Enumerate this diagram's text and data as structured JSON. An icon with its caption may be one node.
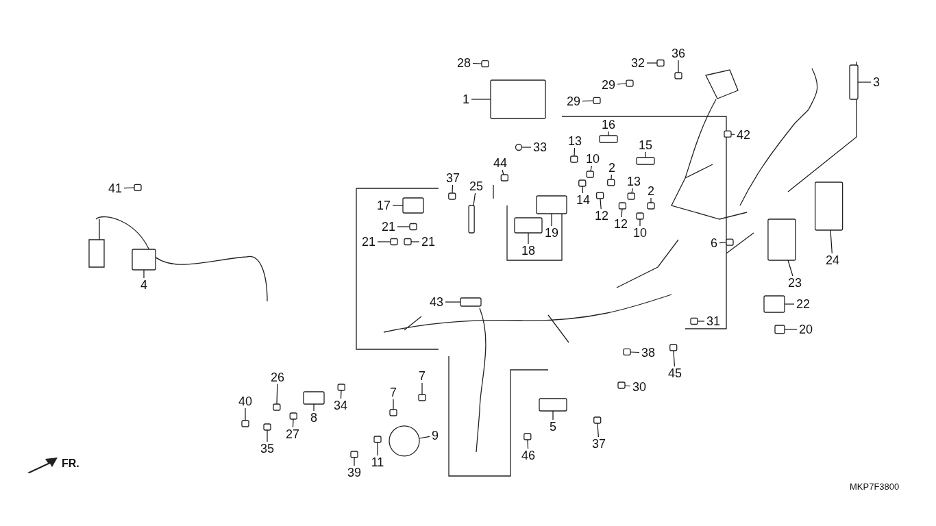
{
  "diagram": {
    "nodes": [
      {
        "text": [
          "28"
        ]
      },
      {
        "text": [
          "1"
        ]
      },
      {
        "text": [
          "36"
        ]
      },
      {
        "text": [
          "32"
        ]
      },
      {
        "text": [
          "3"
        ]
      },
      {
        "text": [
          "29"
        ]
      },
      {
        "text": [
          "29"
        ]
      },
      {
        "text": [
          "16"
        ]
      },
      {
        "text": [
          "42"
        ]
      },
      {
        "text": [
          "13"
        ]
      },
      {
        "text": [
          "15"
        ]
      },
      {
        "text": [
          "33"
        ]
      },
      {
        "text": [
          "10"
        ]
      },
      {
        "text": [
          "44"
        ]
      },
      {
        "text": [
          "2"
        ]
      },
      {
        "text": [
          "37"
        ]
      },
      {
        "text": [
          "13"
        ]
      },
      {
        "text": [
          "25"
        ]
      },
      {
        "text": [
          "2"
        ]
      },
      {
        "text": [
          "14"
        ]
      },
      {
        "text": [
          "17"
        ]
      },
      {
        "text": [
          "12"
        ]
      },
      {
        "text": [
          "21"
        ]
      },
      {
        "text": [
          "12"
        ]
      },
      {
        "text": [
          "10"
        ]
      },
      {
        "text": [
          "19"
        ]
      },
      {
        "text": [
          "21"
        ]
      },
      {
        "text": [
          "21"
        ]
      },
      {
        "text": [
          "6"
        ]
      },
      {
        "text": [
          "18"
        ]
      },
      {
        "text": [
          "24"
        ]
      },
      {
        "text": [
          "4"
        ]
      },
      {
        "text": [
          "23"
        ]
      },
      {
        "text": [
          "43"
        ]
      },
      {
        "text": [
          "22"
        ]
      },
      {
        "text": [
          "31"
        ]
      },
      {
        "text": [
          "20"
        ]
      },
      {
        "text": [
          "38"
        ]
      },
      {
        "text": [
          "45"
        ]
      },
      {
        "text": [
          "26"
        ]
      },
      {
        "text": [
          "7"
        ]
      },
      {
        "text": [
          "30"
        ]
      },
      {
        "text": [
          "7"
        ]
      },
      {
        "text": [
          "40"
        ]
      },
      {
        "text": [
          "34"
        ]
      },
      {
        "text": [
          "8"
        ]
      },
      {
        "text": [
          "5"
        ]
      },
      {
        "text": [
          "27"
        ]
      },
      {
        "text": [
          "9"
        ]
      },
      {
        "text": [
          "35"
        ]
      },
      {
        "text": [
          "37"
        ]
      },
      {
        "text": [
          "46"
        ]
      },
      {
        "text": [
          "11"
        ]
      },
      {
        "text": [
          "39"
        ]
      },
      {
        "text": [
          "41"
        ]
      },
      {
        "text": [],
        "shape": "box"
      },
      {
        "text": [],
        "shape": "box"
      },
      {
        "text": [],
        "shape": "box"
      },
      {
        "text": [],
        "shape": "box"
      },
      {
        "text": [],
        "shape": "box"
      },
      {
        "text": [],
        "shape": "box"
      },
      {
        "text": [],
        "shape": "box"
      },
      {
        "text": [],
        "shape": "box"
      },
      {
        "text": [],
        "shape": "box"
      },
      {
        "text": [],
        "shape": "box"
      },
      {
        "text": [],
        "shape": "box"
      },
      {
        "text": [],
        "shape": "circle"
      },
      {
        "text": [],
        "shape": "box"
      },
      {
        "text": [],
        "shape": "box"
      },
      {
        "text": [],
        "shape": "box"
      },
      {
        "text": [],
        "shape": "box"
      },
      {
        "text": [],
        "shape": "box"
      },
      {
        "text": [],
        "shape": "box"
      },
      {
        "text": [],
        "shape": "box"
      },
      {
        "text": [],
        "shape": "box"
      },
      {
        "text": [],
        "shape": "box"
      },
      {
        "text": [],
        "shape": "box"
      },
      {
        "text": [],
        "shape": "box"
      },
      {
        "text": [],
        "shape": "box"
      },
      {
        "text": [],
        "shape": "box"
      },
      {
        "text": [],
        "shape": "box"
      },
      {
        "text": [],
        "shape": "box"
      },
      {
        "text": [],
        "shape": "box"
      },
      {
        "text": [],
        "shape": "box"
      },
      {
        "text": [],
        "shape": "box"
      },
      {
        "text": [],
        "shape": "box"
      },
      {
        "text": [],
        "shape": "box"
      },
      {
        "text": [],
        "shape": "box"
      },
      {
        "text": [],
        "shape": "box"
      },
      {
        "text": [],
        "shape": "box"
      },
      {
        "text": [],
        "shape": "box"
      },
      {
        "text": [],
        "shape": "box"
      },
      {
        "text": [],
        "shape": "box"
      },
      {
        "text": [],
        "shape": "box"
      },
      {
        "text": [],
        "shape": "box"
      },
      {
        "text": [],
        "shape": "box"
      },
      {
        "text": [],
        "shape": "box"
      },
      {
        "text": [],
        "shape": "box"
      },
      {
        "text": [],
        "shape": "box"
      },
      {
        "text": [],
        "shape": "box"
      },
      {
        "text": [],
        "shape": "box"
      },
      {
        "text": [],
        "shape": "box"
      },
      {
        "text": [],
        "shape": "box"
      },
      {
        "text": [],
        "shape": "circle"
      },
      {
        "text": [],
        "shape": "box"
      },
      {
        "text": [],
        "shape": "box"
      },
      {
        "text": [],
        "shape": "box"
      },
      {
        "text": [],
        "shape": "box"
      },
      {
        "text": [],
        "shape": "box"
      },
      {
        "text": [],
        "shape": "box"
      }
    ],
    "edges": [
      {
        "from": 0,
        "to": 55,
        "arrow": "none"
      },
      {
        "from": 1,
        "to": 56,
        "arrow": "none"
      },
      {
        "from": 2,
        "to": 57,
        "arrow": "none"
      },
      {
        "from": 3,
        "to": 58,
        "arrow": "none"
      },
      {
        "from": 4,
        "to": 59,
        "arrow": "none"
      },
      {
        "from": 5,
        "to": 60,
        "arrow": "none"
      },
      {
        "from": 6,
        "to": 61,
        "arrow": "none"
      },
      {
        "from": 7,
        "to": 62,
        "arrow": "none"
      },
      {
        "from": 8,
        "to": 63,
        "arrow": "none"
      },
      {
        "from": 9,
        "to": 64,
        "arrow": "none"
      },
      {
        "from": 10,
        "to": 65,
        "arrow": "none"
      },
      {
        "from": 11,
        "to": 66,
        "arrow": "none"
      },
      {
        "from": 12,
        "to": 67,
        "arrow": "none"
      },
      {
        "from": 13,
        "to": 68,
        "arrow": "none"
      },
      {
        "from": 14,
        "to": 69,
        "arrow": "none"
      },
      {
        "from": 15,
        "to": 70,
        "arrow": "none"
      },
      {
        "from": 16,
        "to": 71,
        "arrow": "none"
      },
      {
        "from": 17,
        "to": 72,
        "arrow": "none"
      },
      {
        "from": 18,
        "to": 73,
        "arrow": "none"
      },
      {
        "from": 19,
        "to": 74,
        "arrow": "none"
      },
      {
        "from": 20,
        "to": 75,
        "arrow": "none"
      },
      {
        "from": 21,
        "to": 76,
        "arrow": "none"
      },
      {
        "from": 22,
        "to": 77,
        "arrow": "none"
      },
      {
        "from": 23,
        "to": 78,
        "arrow": "none"
      },
      {
        "from": 24,
        "to": 79,
        "arrow": "none"
      },
      {
        "from": 25,
        "to": 80,
        "arrow": "none"
      },
      {
        "from": 26,
        "to": 81,
        "arrow": "none"
      },
      {
        "from": 27,
        "to": 82,
        "arrow": "none"
      },
      {
        "from": 28,
        "to": 83,
        "arrow": "none"
      },
      {
        "from": 29,
        "to": 84,
        "arrow": "none"
      },
      {
        "from": 30,
        "to": 85,
        "arrow": "none"
      },
      {
        "from": 31,
        "to": 86,
        "arrow": "none"
      },
      {
        "from": 32,
        "to": 87,
        "arrow": "none"
      },
      {
        "from": 33,
        "to": 88,
        "arrow": "none"
      },
      {
        "from": 34,
        "to": 89,
        "arrow": "none"
      },
      {
        "from": 35,
        "to": 90,
        "arrow": "none"
      },
      {
        "from": 36,
        "to": 91,
        "arrow": "none"
      },
      {
        "from": 37,
        "to": 92,
        "arrow": "none"
      },
      {
        "from": 38,
        "to": 93,
        "arrow": "none"
      },
      {
        "from": 39,
        "to": 94,
        "arrow": "none"
      },
      {
        "from": 40,
        "to": 95,
        "arrow": "none"
      },
      {
        "from": 41,
        "to": 96,
        "arrow": "none"
      },
      {
        "from": 42,
        "to": 97,
        "arrow": "none"
      },
      {
        "from": 43,
        "to": 98,
        "arrow": "none"
      },
      {
        "from": 44,
        "to": 99,
        "arrow": "none"
      },
      {
        "from": 45,
        "to": 100,
        "arrow": "none"
      },
      {
        "from": 46,
        "to": 101,
        "arrow": "none"
      },
      {
        "from": 47,
        "to": 102,
        "arrow": "none"
      },
      {
        "from": 48,
        "to": 103,
        "arrow": "none"
      },
      {
        "from": 49,
        "to": 104,
        "arrow": "none"
      },
      {
        "from": 50,
        "to": 105,
        "arrow": "none"
      },
      {
        "from": 51,
        "to": 106,
        "arrow": "none"
      },
      {
        "from": 52,
        "to": 107,
        "arrow": "none"
      },
      {
        "from": 53,
        "to": 108,
        "arrow": "none"
      },
      {
        "from": 54,
        "to": 109,
        "arrow": "none"
      }
    ],
    "labels": [
      "FR.",
      "MKP7F3800"
    ]
  }
}
